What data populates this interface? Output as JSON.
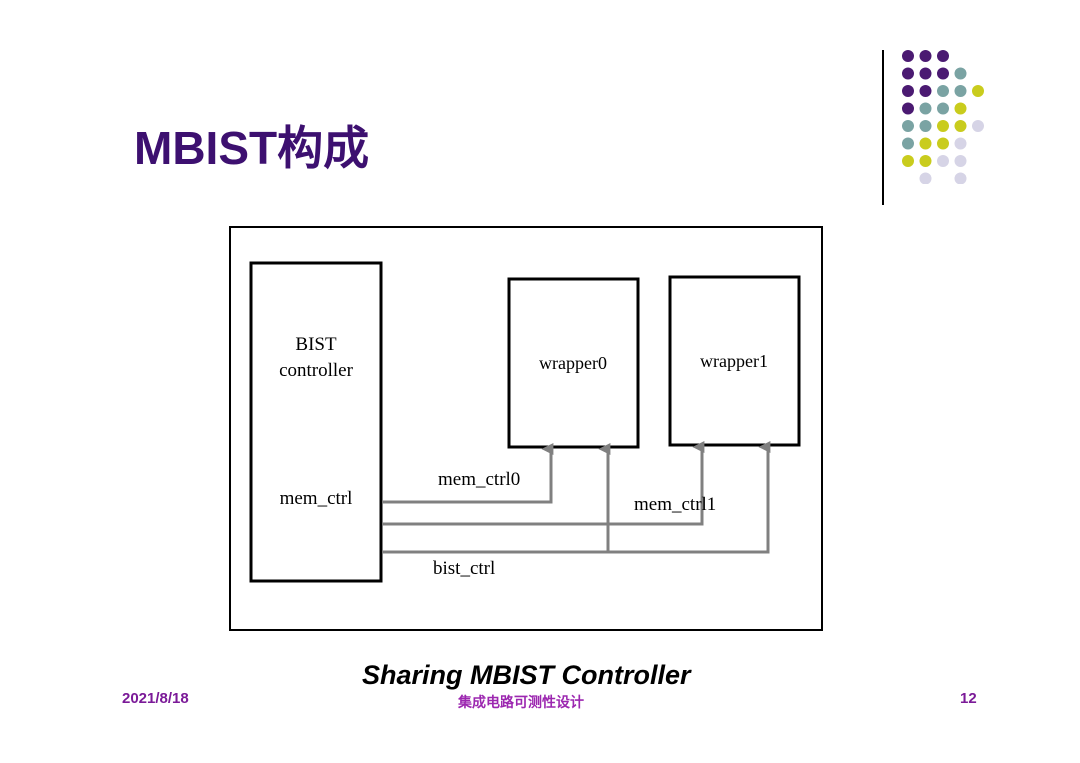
{
  "slide": {
    "title": "MBIST构成",
    "caption": "Sharing MBIST Controller",
    "footer": {
      "date": "2021/8/18",
      "center": "集成电路可测性设计",
      "page": "12"
    }
  },
  "diagram": {
    "controller": {
      "line1": "BIST",
      "line2": "controller",
      "port": "mem_ctrl"
    },
    "wrappers": [
      {
        "label": "wrapper0"
      },
      {
        "label": "wrapper1"
      }
    ],
    "signals": {
      "mem_ctrl0": "mem_ctrl0",
      "mem_ctrl1": "mem_ctrl1",
      "bist_ctrl": "bist_ctrl"
    }
  },
  "colors": {
    "title": "#3d1070",
    "footer": "#7b1a98",
    "footer_center": "#9c27b0",
    "dot_purple": "#4b1a72",
    "dot_teal": "#7aa3a3",
    "dot_yellow": "#c9cc1d",
    "dot_lavender": "#d6d4e6"
  }
}
